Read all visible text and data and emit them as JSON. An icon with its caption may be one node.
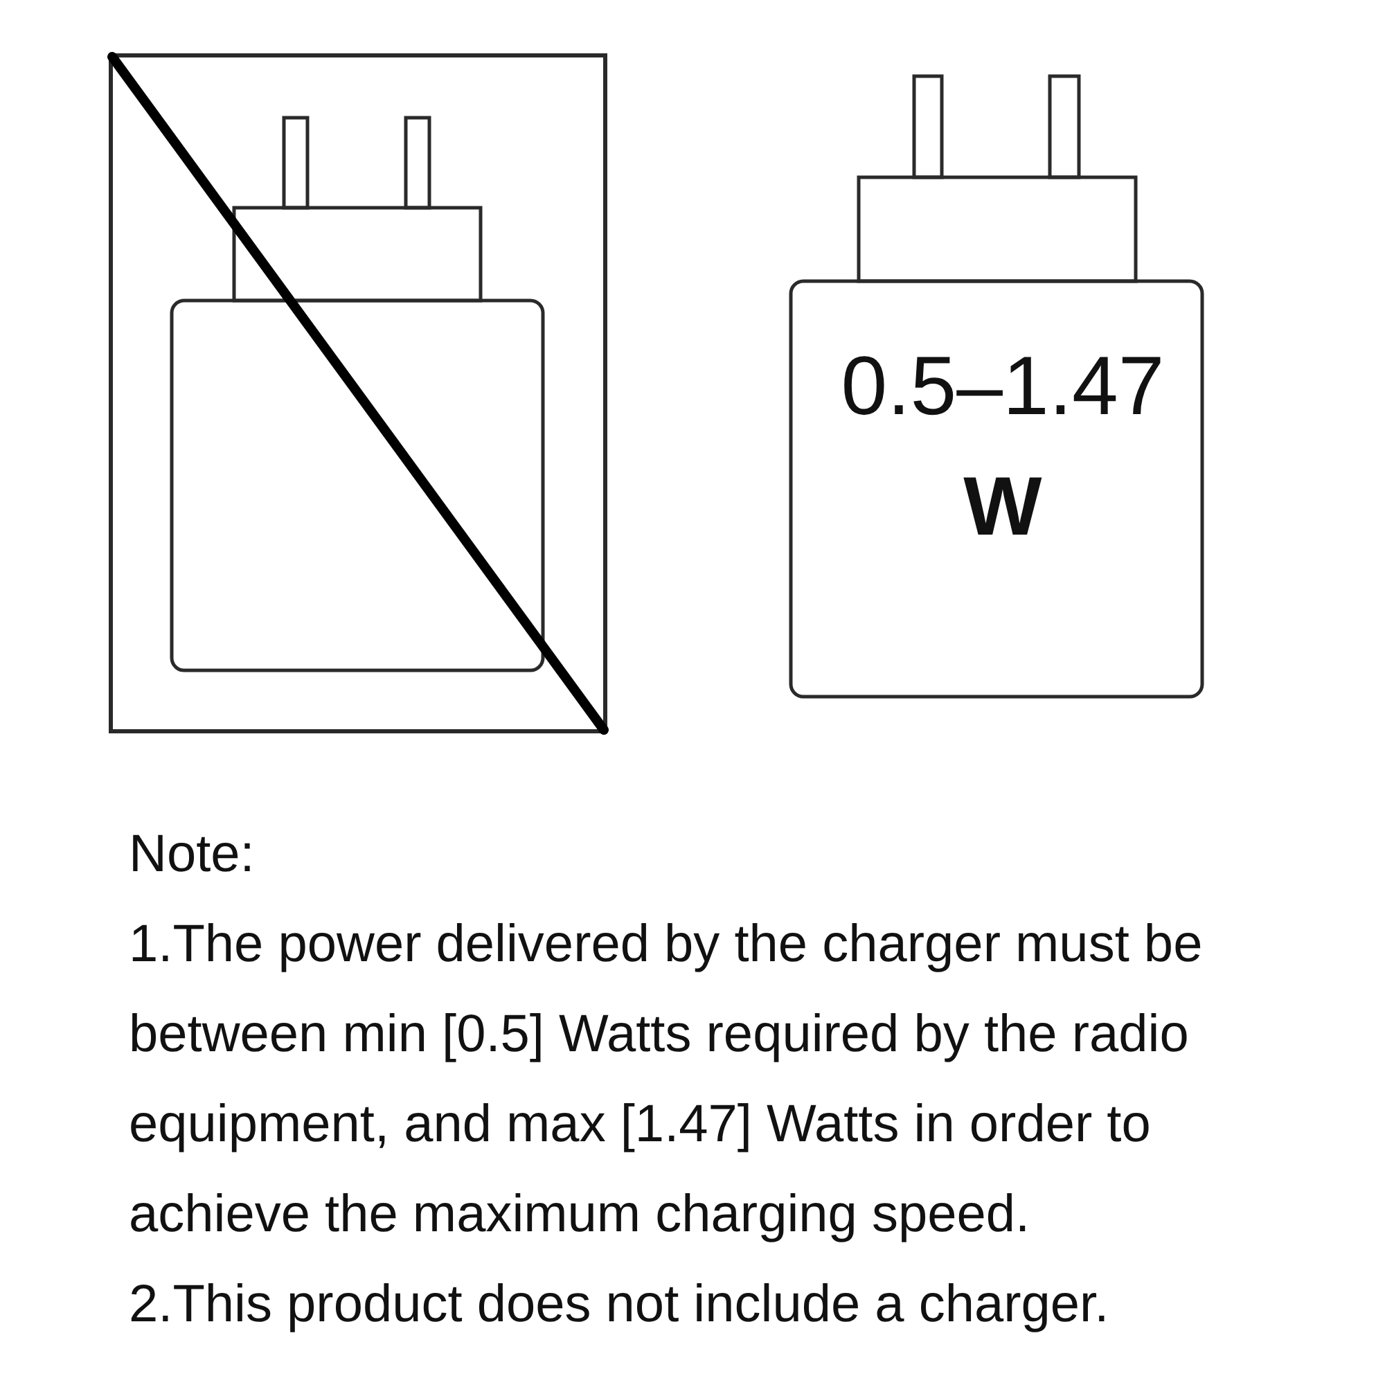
{
  "diagram": {
    "nodes": [
      {
        "text": [],
        "shape": "picture"
      },
      {
        "text": [
          "0.5–1.47 **W**"
        ]
      }
    ],
    "labels": [
      "Note:",
      "1.The power delivered by the charger must be between min [0.5] Watts required by the radio equipment, and max [1.47] Watts in order to achieve the maximum charging speed.",
      "2.This product does not include a charger."
    ]
  }
}
